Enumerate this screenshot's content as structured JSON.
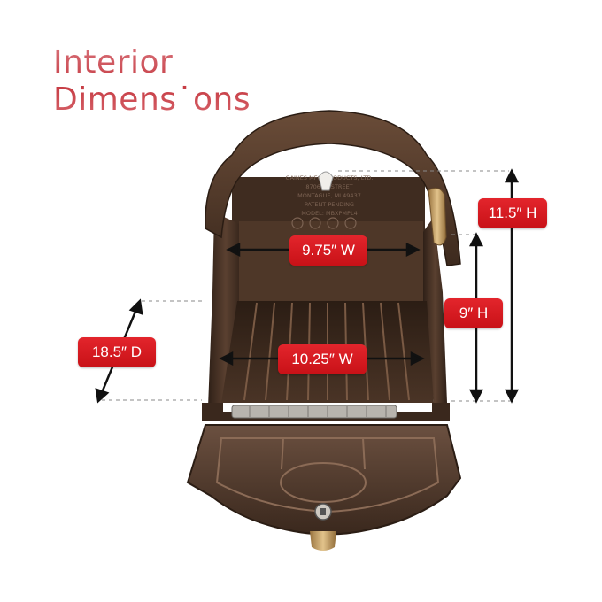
{
  "title": {
    "line1": "Interior",
    "line2": "Dimens˙ons"
  },
  "mailbox": {
    "plate_lines": [
      "GAINES MFG. PRODUCTS, LTD.",
      "8706 W. STREET",
      "MONTAGUE, MI 49437",
      "PATENT PENDING",
      "MODEL: MBXPMPL4"
    ]
  },
  "dimensions": {
    "height_total": "11.5″ H",
    "width_top": "9.75″ W",
    "height_interior": "9″ H",
    "depth": "18.5″ D",
    "width_bottom": "10.25″ W"
  },
  "colors": {
    "badge": "#d4161c",
    "title": "#c94a52",
    "bronze": "#4b3426",
    "brass": "#c7a064"
  }
}
